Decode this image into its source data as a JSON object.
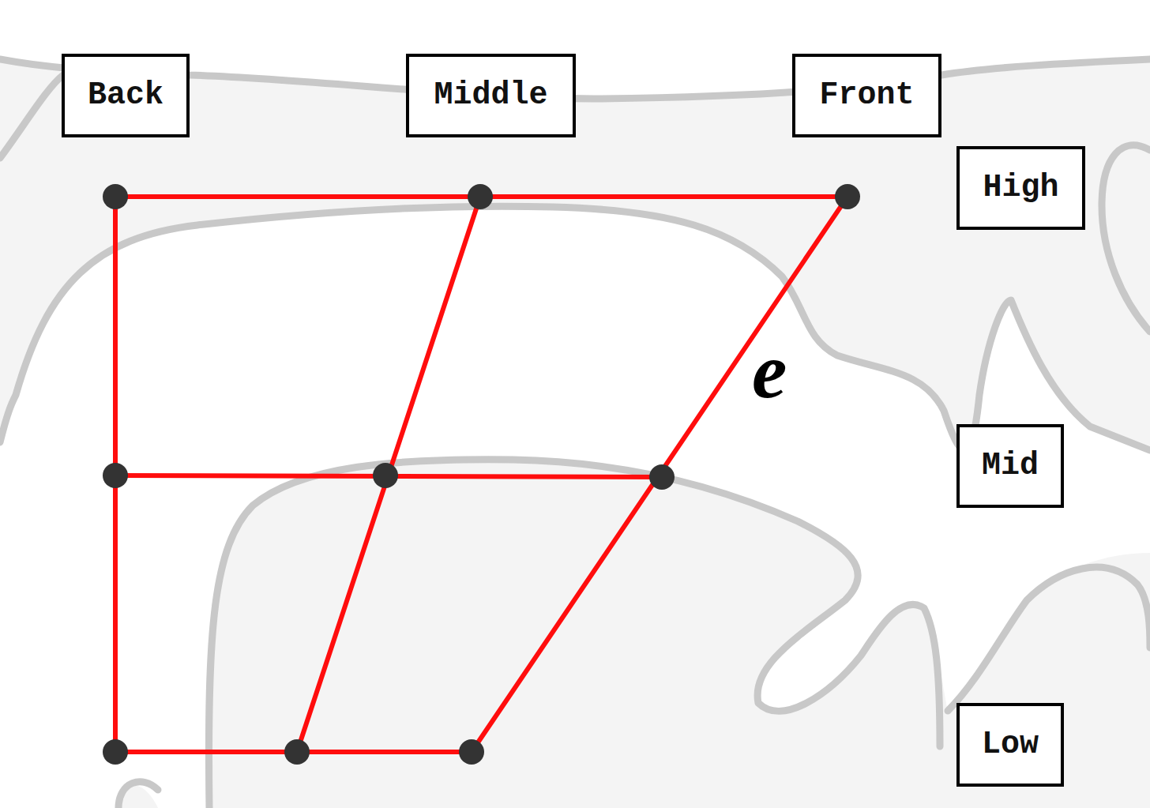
{
  "diagram": {
    "nodes": [
      {
        "text": [
          "Back"
        ]
      },
      {
        "text": [
          "Middle"
        ]
      },
      {
        "text": [
          "Front"
        ]
      },
      {
        "text": [
          "High"
        ]
      },
      {
        "text": [
          "Mid"
        ]
      },
      {
        "text": [
          "Low"
        ]
      }
    ],
    "labels": [
      "e"
    ]
  }
}
